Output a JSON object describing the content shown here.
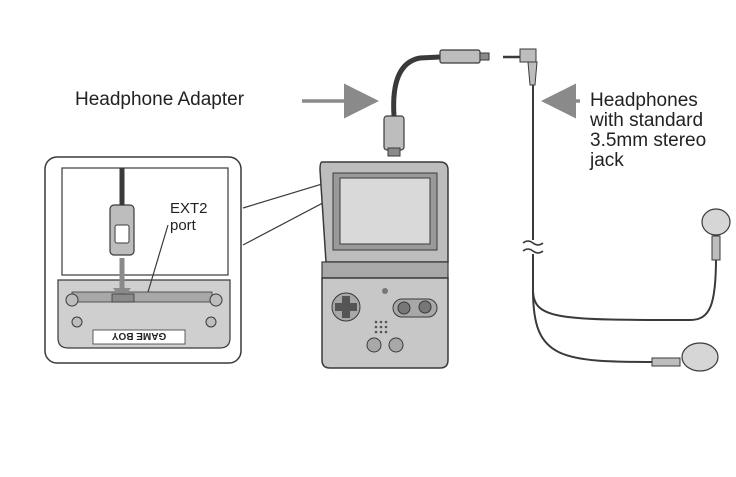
{
  "labels": {
    "headphone_adapter": "Headphone Adapter",
    "headphones_lines": [
      "Headphones",
      "with standard",
      "3.5mm stereo",
      "jack"
    ],
    "ext2_lines": [
      "EXT2",
      "port"
    ]
  },
  "logo_text": "GAME BOY",
  "colors": {
    "line": "#3a3a3a",
    "arrow": "#8a8a8a",
    "device_fill": "#bdbdbd",
    "screen_fill": "#d9d9d9",
    "text": "#222222"
  }
}
